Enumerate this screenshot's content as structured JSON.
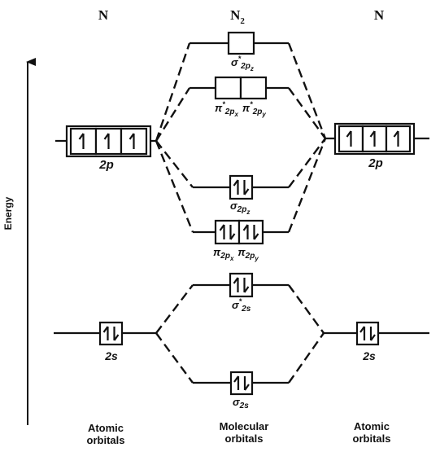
{
  "headers": {
    "left": "N",
    "center": "N",
    "center_sub": "2",
    "right": "N"
  },
  "axis": {
    "label": "Energy"
  },
  "footers": {
    "left": [
      "Atomic",
      "orbitals"
    ],
    "center": [
      "Molecular",
      "orbitals"
    ],
    "right": [
      "Atomic",
      "orbitals"
    ]
  },
  "atomic_labels": {
    "left_2p": "2p",
    "left_2s": "2s",
    "right_2p": "2p",
    "right_2s": "2s"
  },
  "mo_labels": {
    "sigma_star_2pz": {
      "sym": "σ",
      "star": "*",
      "sub": "2p",
      "subsub": "z"
    },
    "pi_star_2p": {
      "a_sym": "π",
      "a_star": "*",
      "a_sub": "2p",
      "a_subsub": "x",
      "b_sym": "π",
      "b_star": "*",
      "b_sub": "2p",
      "b_subsub": "y"
    },
    "sigma_2pz": {
      "sym": "σ",
      "sub": "2p",
      "subsub": "z"
    },
    "pi_2p": {
      "a_sym": "π",
      "a_sub": "2p",
      "a_subsub": "x",
      "b_sym": "π",
      "b_sub": "2p",
      "b_subsub": "y"
    },
    "sigma_star_2s": {
      "sym": "σ",
      "star": "*",
      "sub": "2s"
    },
    "sigma_2s": {
      "sym": "σ",
      "sub": "2s"
    }
  },
  "occupancy": {
    "left_2p": [
      "up",
      "up",
      "up"
    ],
    "right_2p": [
      "up",
      "up",
      "up"
    ],
    "left_2s": [
      "pair"
    ],
    "right_2s": [
      "pair"
    ],
    "sigma_star_2pz": [
      "empty"
    ],
    "pi_star_2p": [
      "empty",
      "empty"
    ],
    "sigma_2pz": [
      "pair"
    ],
    "pi_2p": [
      "pair",
      "pair"
    ],
    "sigma_star_2s": [
      "pair"
    ],
    "sigma_2s": [
      "pair"
    ]
  }
}
